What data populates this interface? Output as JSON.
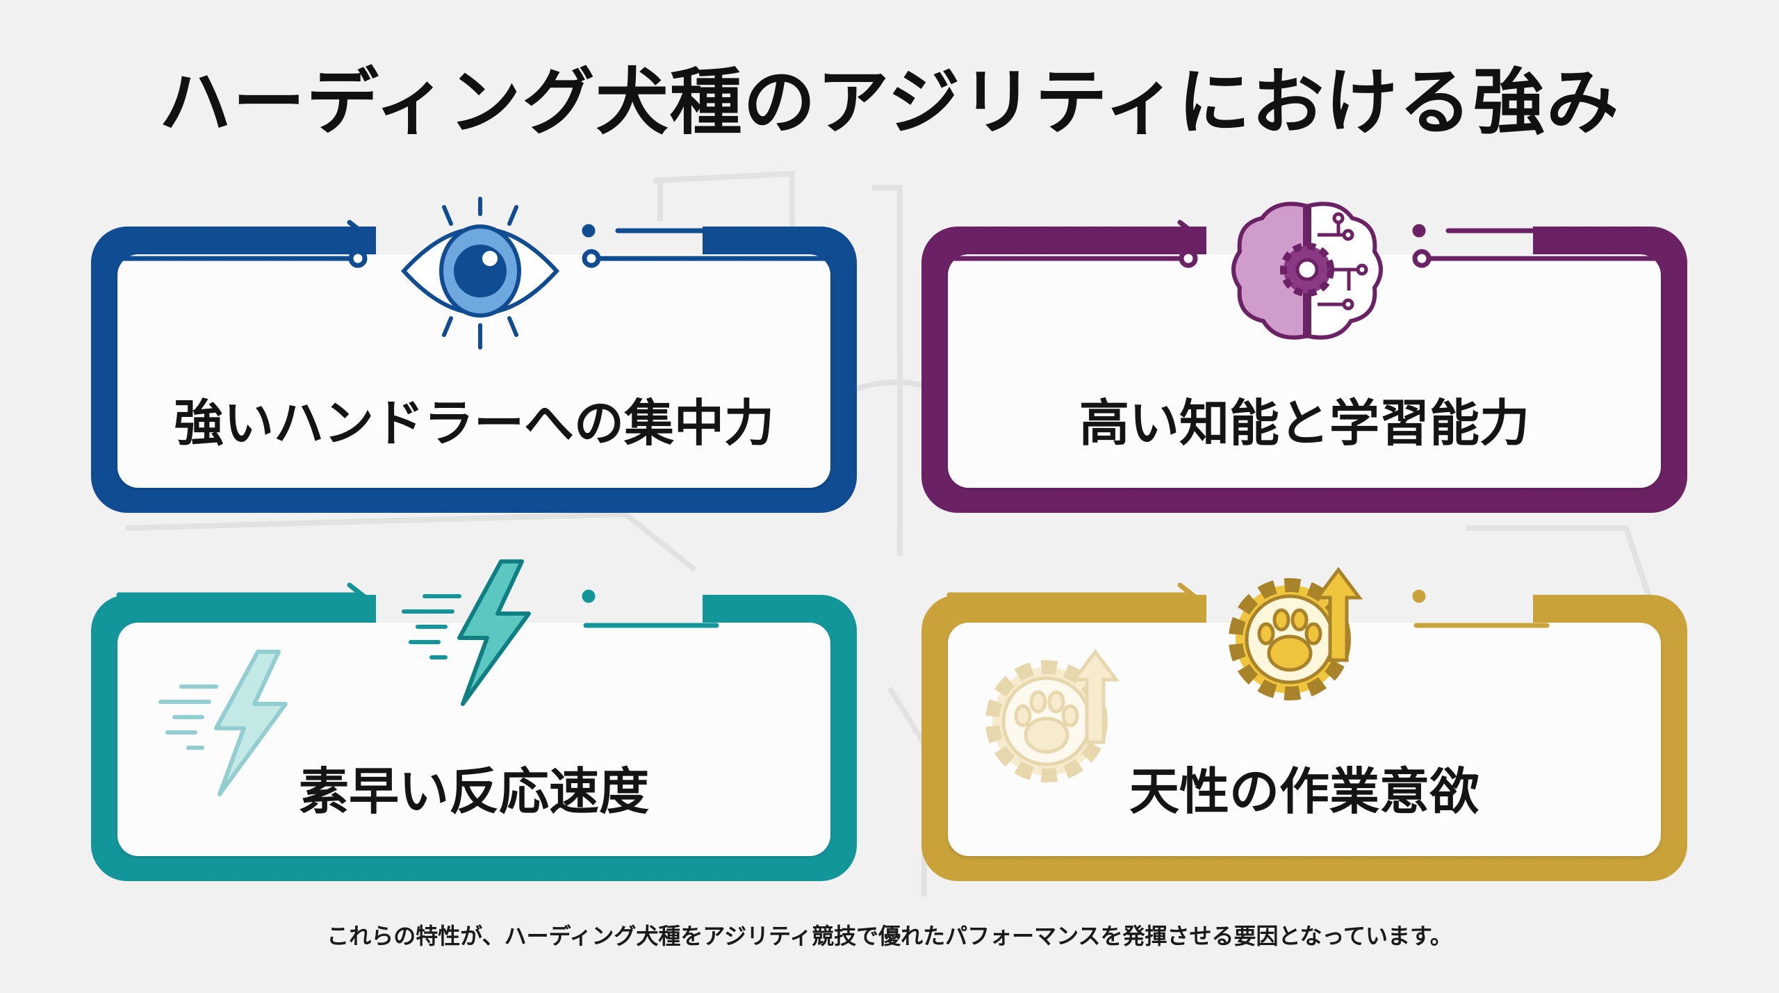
{
  "title": "ハーディング犬種のアジリティにおける強み",
  "cards": [
    {
      "label": "強いハンドラーへの集中力",
      "icon": "eye-icon",
      "color": "#0f4c92"
    },
    {
      "label": "高い知能と学習能力",
      "icon": "brain-gear-icon",
      "color": "#6a2264"
    },
    {
      "label": "素早い反応速度",
      "icon": "lightning-icon",
      "color": "#13969a"
    },
    {
      "label": "天性の作業意欲",
      "icon": "paw-gear-icon",
      "color": "#c9a23a"
    }
  ],
  "footer": "これらの特性が、ハーディング犬種をアジリティ競技で優れたパフォーマンスを発揮させる要因となっています。"
}
